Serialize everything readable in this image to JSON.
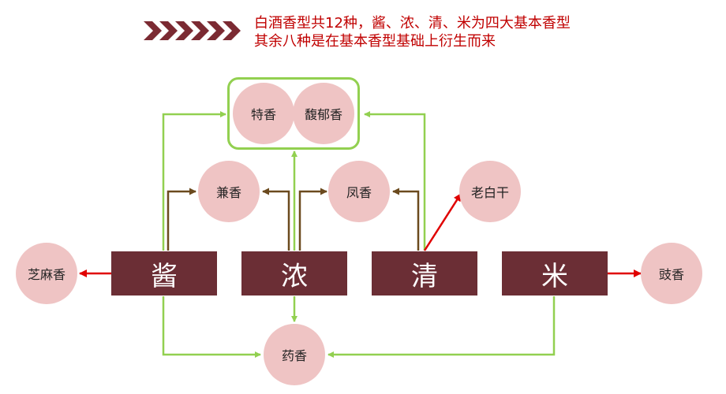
{
  "header": {
    "line1": "白酒香型共12种，酱、浓、清、米为四大基本香型",
    "line2": "其余八种是在基本香型基础上衍生而来",
    "chevron_color": "#7b2a32"
  },
  "base_types": {
    "jiang": "酱",
    "nong": "浓",
    "qing": "清",
    "mi": "米"
  },
  "derived_types": {
    "te": "特香",
    "fuyu": "馥郁香",
    "jian": "兼香",
    "feng": "凤香",
    "laobaigan": "老白干",
    "zhima": "芝麻香",
    "chi": "豉香",
    "yao": "药香"
  },
  "colors": {
    "base_box": "#6b2e35",
    "circle": "#efc4c4",
    "green_line": "#92d050",
    "brown_line": "#6b4a1e",
    "red_line": "#e00000"
  }
}
